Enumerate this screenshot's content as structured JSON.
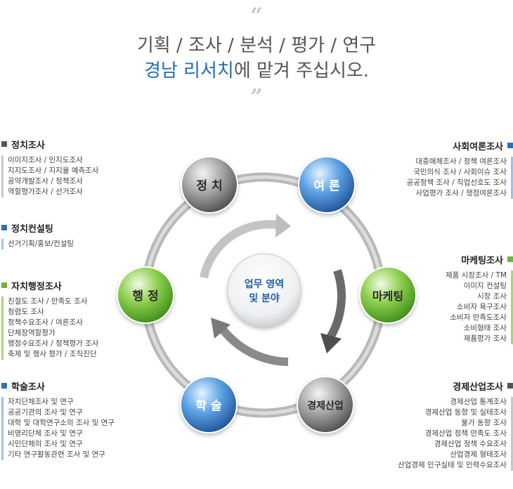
{
  "header": {
    "open_quote": "“",
    "line1": "기획 / 조사 / 분석 / 평가 / 연구",
    "line2_highlight": "경남 리서치",
    "line2_rest": "에 맡겨 주십시오.",
    "close_quote": "”"
  },
  "diagram": {
    "center_line1": "업무 영역",
    "center_line2": "및 분야",
    "nodes": [
      {
        "key": "jeongchi",
        "label": "정 치",
        "color": "gray"
      },
      {
        "key": "yeoron",
        "label": "여 론",
        "color": "blue"
      },
      {
        "key": "marketing",
        "label": "마케팅",
        "color": "green"
      },
      {
        "key": "gyeongje",
        "label": "경제산업",
        "color": "gray"
      },
      {
        "key": "haksul",
        "label": "학 술",
        "color": "blue"
      },
      {
        "key": "haengjeong",
        "label": "행 정",
        "color": "green"
      }
    ]
  },
  "colors": {
    "gray": "#555555",
    "blue": "#2f6fb3",
    "green": "#6fb23c",
    "light_gray": "#c8c8c8",
    "light_blue": "#9fc1e6",
    "light_green": "#a9d37f",
    "headline_blue": "#1f6db3"
  },
  "left_categories": [
    {
      "title": "정치조사",
      "marker": "gray",
      "items": [
        "이미지조사 / 인지도조사",
        "지지도조사 / 지지율 예측조사",
        "공약개발조사 / 정책조사",
        "역할평가조사 / 선거조사"
      ]
    },
    {
      "title": "정치컨설팅",
      "marker": "blue",
      "items": [
        "선거기획/홍보/컨설팅"
      ]
    },
    {
      "title": "자치행정조사",
      "marker": "green",
      "items": [
        "친절도 조사 / 만족도 조사",
        "청렴도 조사",
        "정책수요조사 / 여론조사",
        "단체장역할평가",
        "행정수요조사 / 정책평가 조사",
        "축제 및 행사 평가 / 조직진단"
      ]
    },
    {
      "title": "학술조사",
      "marker": "blue",
      "items": [
        "자치단체조사 및 연구",
        "공공기관의 조사 및 연구",
        "대학 및 대학연구소의 조사 및 연구",
        "비영리단체 조사 및 연구",
        "시민단체의 조사 및 연구",
        "기타 연구활동관련 조사 및 연구"
      ]
    }
  ],
  "right_categories": [
    {
      "title": "사회여론조사",
      "marker": "blue",
      "items": [
        "대중매체조사 /  정책 여론조사",
        "국민의식 조사 / 사회이슈 조사",
        "공공정책 조사 / 직업선호도 조사",
        "사업평가 조사 / 쟁점여론조사"
      ]
    },
    {
      "title": "마케팅조사",
      "marker": "green",
      "items": [
        "제품 시장조사 / TM",
        "이미지 컨설팅",
        "시장 조사",
        "소비자 욕구조사",
        "소비자 만족도조사",
        "소비형태 조사",
        "제품평가 조사"
      ]
    },
    {
      "title": "경제산업조사",
      "marker": "gray",
      "items": [
        "경제산업 통계조사",
        "경제산업 동향 및 실태조사",
        "물가 동향 조사",
        "경제산업 정책 만족도 조사",
        "경제산업 정책 수요조사",
        "산업경제 형태조사",
        "산업경제 인구실태 및 인력수요조사"
      ]
    }
  ]
}
